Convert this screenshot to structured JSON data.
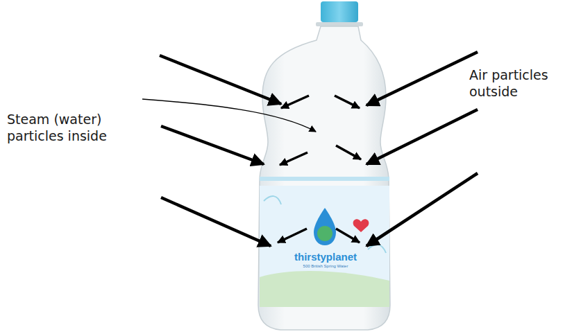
{
  "diagram": {
    "labels": [
      "Steam (water) particles inside",
      "Air particles outside",
      "thirstyplanet",
      "500 British Spring Water"
    ]
  }
}
